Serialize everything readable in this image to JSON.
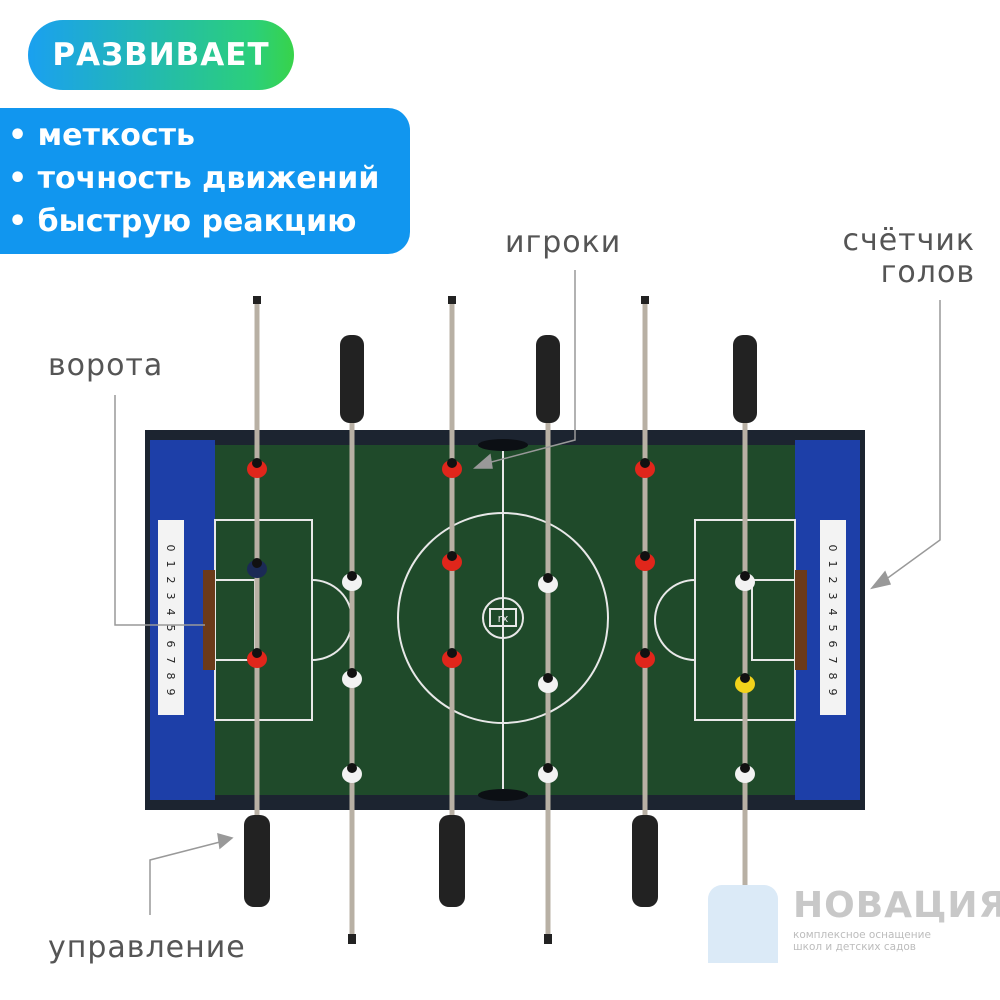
{
  "header": {
    "badge": "РАЗВИВАЕТ"
  },
  "benefits": [
    "• меткость",
    "• точность движений",
    "• быструю реакцию"
  ],
  "labels": {
    "players": "игроки",
    "counter_line1": "счётчик",
    "counter_line2": "голов",
    "goal": "ворота",
    "control": "управление"
  },
  "counter_digits": [
    "0",
    "1",
    "2",
    "3",
    "4",
    "5",
    "6",
    "7",
    "8",
    "9"
  ],
  "field_logo": "rx",
  "brand": {
    "name": "НОВАЦИЯ",
    "tagline_1": "комплексное оснащение",
    "tagline_2": "школ и детских садов"
  },
  "colors": {
    "field": "#1f4a2a",
    "side": "#1d3fa8",
    "frame": "#1c2430",
    "red_team": "#e0261b",
    "white_team": "#f2f2f2",
    "accent": "#1196ef"
  }
}
